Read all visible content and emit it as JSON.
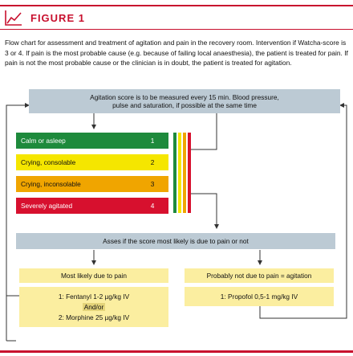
{
  "header": {
    "figure_label": "FIGURE 1"
  },
  "caption": "Flow chart for assessment and treatment of agitation and pain in the recovery room. Intervention if Watcha-score is 3 or 4. If pain is the most probable cause (e.g. because of failing local anaesthesia), the patient is treated for pain. If pain is not the most probable cause or the clinician is in doubt, the patient is treated for agitation.",
  "nodes": {
    "measure_line1": "Agitation score is to be measured every 15 min. Blood pressure,",
    "measure_line2": "pulse and saturation, if possible at the same time",
    "scores": [
      {
        "label": "Calm or asleep",
        "value": "1",
        "color": "#1e8a3c",
        "text_color": "#ffffff"
      },
      {
        "label": "Crying, consolable",
        "value": "2",
        "color": "#f5e600",
        "text_color": "#111111"
      },
      {
        "label": "Crying, inconsolable",
        "value": "3",
        "color": "#f0a500",
        "text_color": "#111111"
      },
      {
        "label": "Severely agitated",
        "value": "4",
        "color": "#d7102e",
        "text_color": "#ffffff"
      }
    ],
    "assess": "Asses if the score most likely is due to pain or not",
    "pain_header": "Most likely due to pain",
    "pain_treat1": "1: Fentanyl 1-2 µg/kg IV",
    "pain_andor": "And/or",
    "pain_treat2": "2: Morphine 25 µg/kg IV",
    "agit_header": "Probably not due to pain = agitation",
    "agit_treat": "1: Propofol 0,5-1 mg/kg IV"
  },
  "colors": {
    "accent": "#c8102e",
    "grey_box": "#bccad4",
    "yellow_box": "#fbeea0"
  }
}
